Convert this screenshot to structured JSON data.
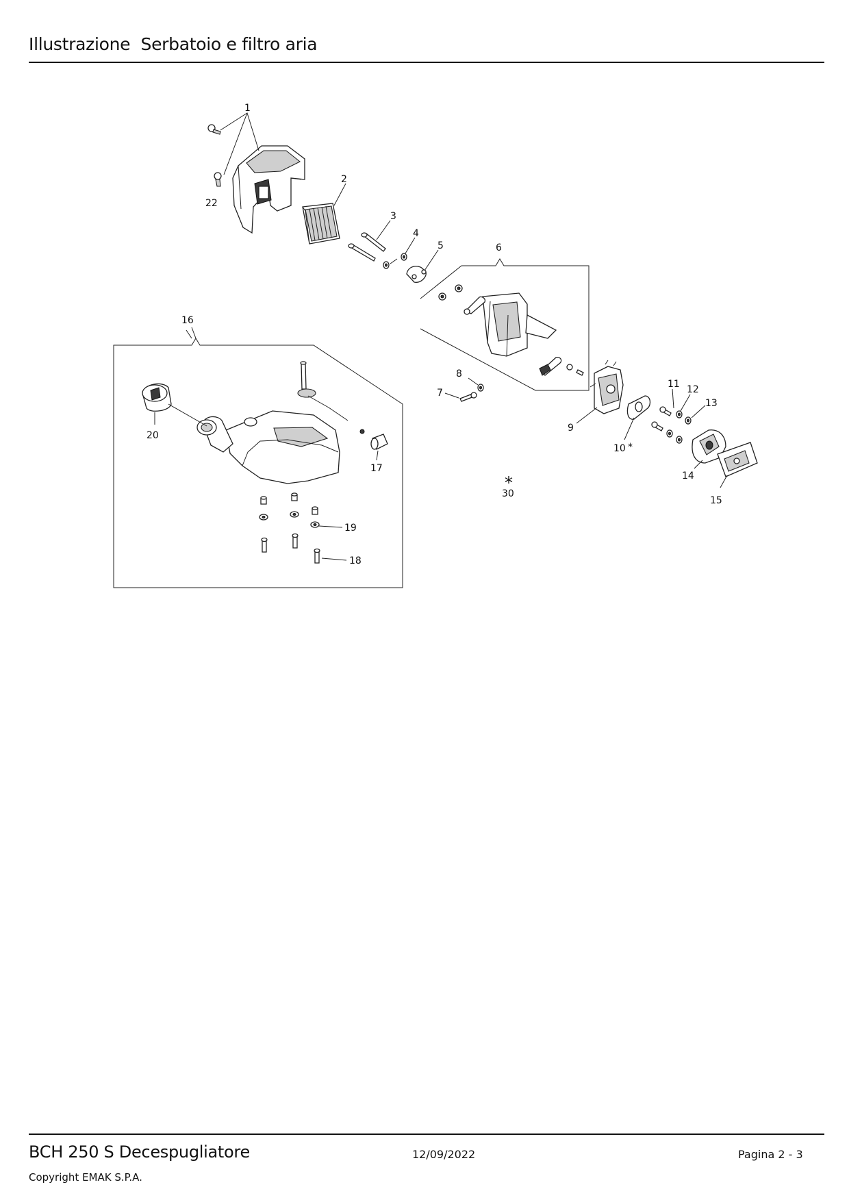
{
  "header": {
    "title": "Illustrazione  Serbatoio e filtro aria"
  },
  "callouts": {
    "c1": "1",
    "c2": "2",
    "c3": "3",
    "c4": "4",
    "c5": "5",
    "c6": "6",
    "c7": "7",
    "c8": "8",
    "c9": "9",
    "c10": "10",
    "c10_mark": "*",
    "c11": "11",
    "c12": "12",
    "c13": "13",
    "c14": "14",
    "c15": "15",
    "c16": "16",
    "c17": "17",
    "c18": "18",
    "c19": "19",
    "c20": "20",
    "c22": "22",
    "c30": "30",
    "c30_mark": "*"
  },
  "footer": {
    "model": "BCH 250 S Decespugliatore",
    "date": "12/09/2022",
    "page": "Pagina 2 - 3",
    "copyright": "Copyright EMAK S.P.A."
  }
}
